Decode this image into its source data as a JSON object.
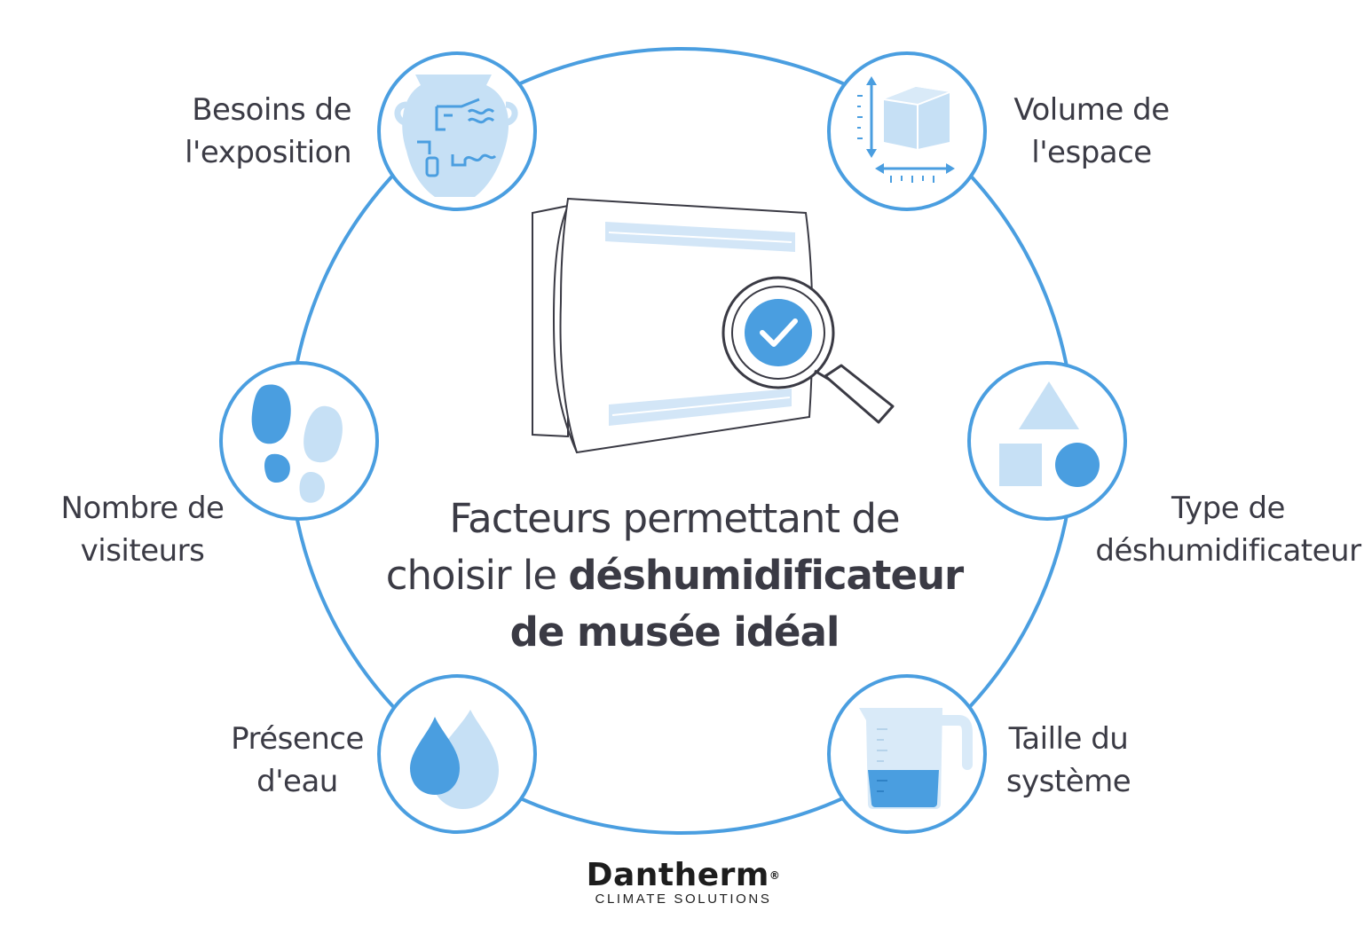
{
  "title": {
    "line1": "Facteurs permettant de",
    "line2_prefix": "choisir le ",
    "line2_bold": "déshumidificateur",
    "line3_bold": "de musée idéal"
  },
  "factors": {
    "exposition": {
      "line1": "Besoins de",
      "line2": "l'exposition",
      "icon": "vase-icon"
    },
    "volume": {
      "line1": "Volume de",
      "line2": "l'espace",
      "icon": "cube-measure-icon"
    },
    "visiteurs": {
      "line1": "Nombre de",
      "line2": "visiteurs",
      "icon": "footprints-icon"
    },
    "type": {
      "line1": "Type de",
      "line2": "déshumidificateur",
      "icon": "shapes-icon"
    },
    "eau": {
      "line1": "Présence",
      "line2": "d'eau",
      "icon": "water-drops-icon"
    },
    "taille": {
      "line1": "Taille du",
      "line2": "système",
      "icon": "measuring-jug-icon"
    }
  },
  "center_icon": "dehumidifier-magnifier-check-icon",
  "logo": {
    "brand": "Dantherm",
    "registered": "®",
    "tagline": "CLIMATE SOLUTIONS"
  },
  "colors": {
    "ring": "#4a9ee0",
    "icon_dark": "#4a9ee0",
    "icon_light": "#c6e0f5",
    "text": "#3b3b45"
  }
}
